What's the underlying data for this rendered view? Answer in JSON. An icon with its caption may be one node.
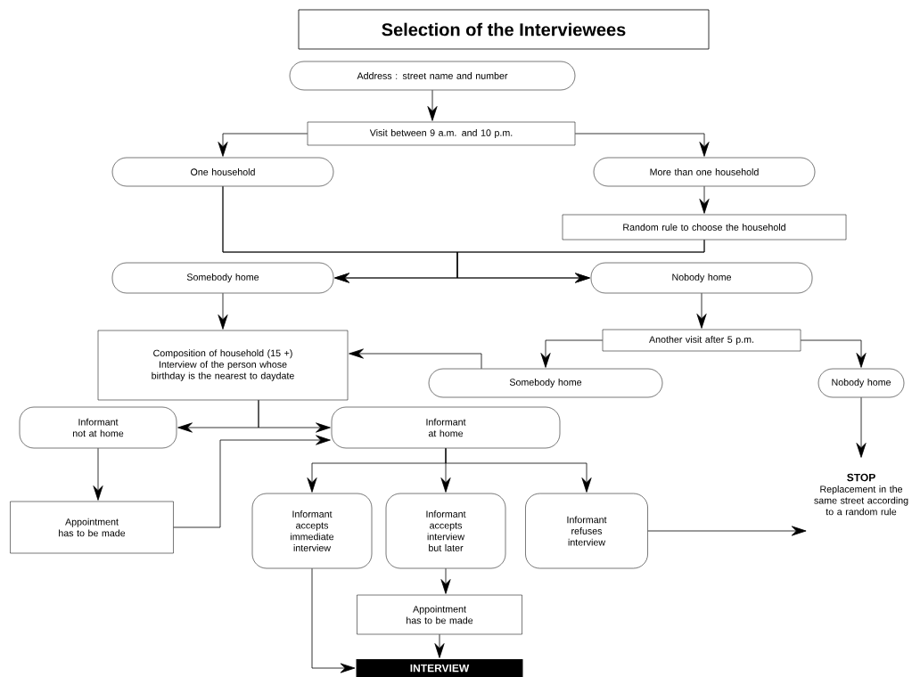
{
  "diagram": {
    "title": "Selection of the Interviewees",
    "nodes": [
      {
        "text": [
          "Address : street name and number"
        ]
      },
      {
        "text": [
          "Visit between 9 a.m. and 10 p.m."
        ]
      },
      {
        "text": [
          "One household"
        ]
      },
      {
        "text": [
          "More than one household"
        ]
      },
      {
        "text": [
          "Random rule to choose the household"
        ]
      },
      {
        "text": [
          "Somebody home"
        ]
      },
      {
        "text": [
          "Nobody home"
        ]
      },
      {
        "text": [
          "Composition of household (15 +) Interview of the person whose birthday is the nearest to daydate"
        ]
      },
      {
        "text": [
          "Another visit after 5 p.m."
        ]
      },
      {
        "text": [
          "Somebody home"
        ]
      },
      {
        "text": [
          "Nobody home"
        ]
      },
      {
        "text": [
          "Informant not at home"
        ]
      },
      {
        "text": [
          "Informant at home"
        ]
      },
      {
        "text": [
          "Appointment has to be made"
        ]
      },
      {
        "text": [
          "Informant accepts immediate interview"
        ]
      },
      {
        "text": [
          "Informant accepts interview but later"
        ]
      },
      {
        "text": [
          "Informant refuses interview"
        ]
      },
      {
        "text": [
          "STOP",
          "Replacement in the same street according to a random rule"
        ]
      },
      {
        "text": [
          "Appointment has to be made"
        ]
      },
      {
        "text": [
          "INTERVIEW"
        ]
      }
    ],
    "edges": [
      {
        "from": 0,
        "to": 1,
        "arrow": "to"
      },
      {
        "from": 1,
        "to": 2,
        "arrow": "to"
      },
      {
        "from": 1,
        "to": 3,
        "arrow": "to"
      },
      {
        "from": 3,
        "to": 4,
        "arrow": "to"
      },
      {
        "from": 2,
        "to": 5,
        "arrow": "to"
      },
      {
        "from": 2,
        "to": 6,
        "arrow": "to"
      },
      {
        "from": 4,
        "to": 5,
        "arrow": "to"
      },
      {
        "from": 4,
        "to": 6,
        "arrow": "to"
      },
      {
        "from": 5,
        "to": 7,
        "arrow": "to"
      },
      {
        "from": 6,
        "to": 8,
        "arrow": "to"
      },
      {
        "from": 8,
        "to": 9,
        "arrow": "to"
      },
      {
        "from": 8,
        "to": 10,
        "arrow": "to"
      },
      {
        "from": 9,
        "to": 7,
        "arrow": "to"
      },
      {
        "from": 7,
        "to": 11,
        "arrow": "to"
      },
      {
        "from": 7,
        "to": 12,
        "arrow": "to"
      },
      {
        "from": 11,
        "to": 13,
        "arrow": "to"
      },
      {
        "from": 13,
        "to": 12,
        "arrow": "to"
      },
      {
        "from": 12,
        "to": 14,
        "arrow": "to"
      },
      {
        "from": 12,
        "to": 15,
        "arrow": "to"
      },
      {
        "from": 12,
        "to": 16,
        "arrow": "to"
      },
      {
        "from": 10,
        "to": 17,
        "arrow": "to"
      },
      {
        "from": 16,
        "to": 17,
        "arrow": "to"
      },
      {
        "from": 15,
        "to": 18,
        "arrow": "to"
      },
      {
        "from": 18,
        "to": 19,
        "arrow": "to"
      },
      {
        "from": 14,
        "to": 19,
        "arrow": "to"
      }
    ]
  }
}
